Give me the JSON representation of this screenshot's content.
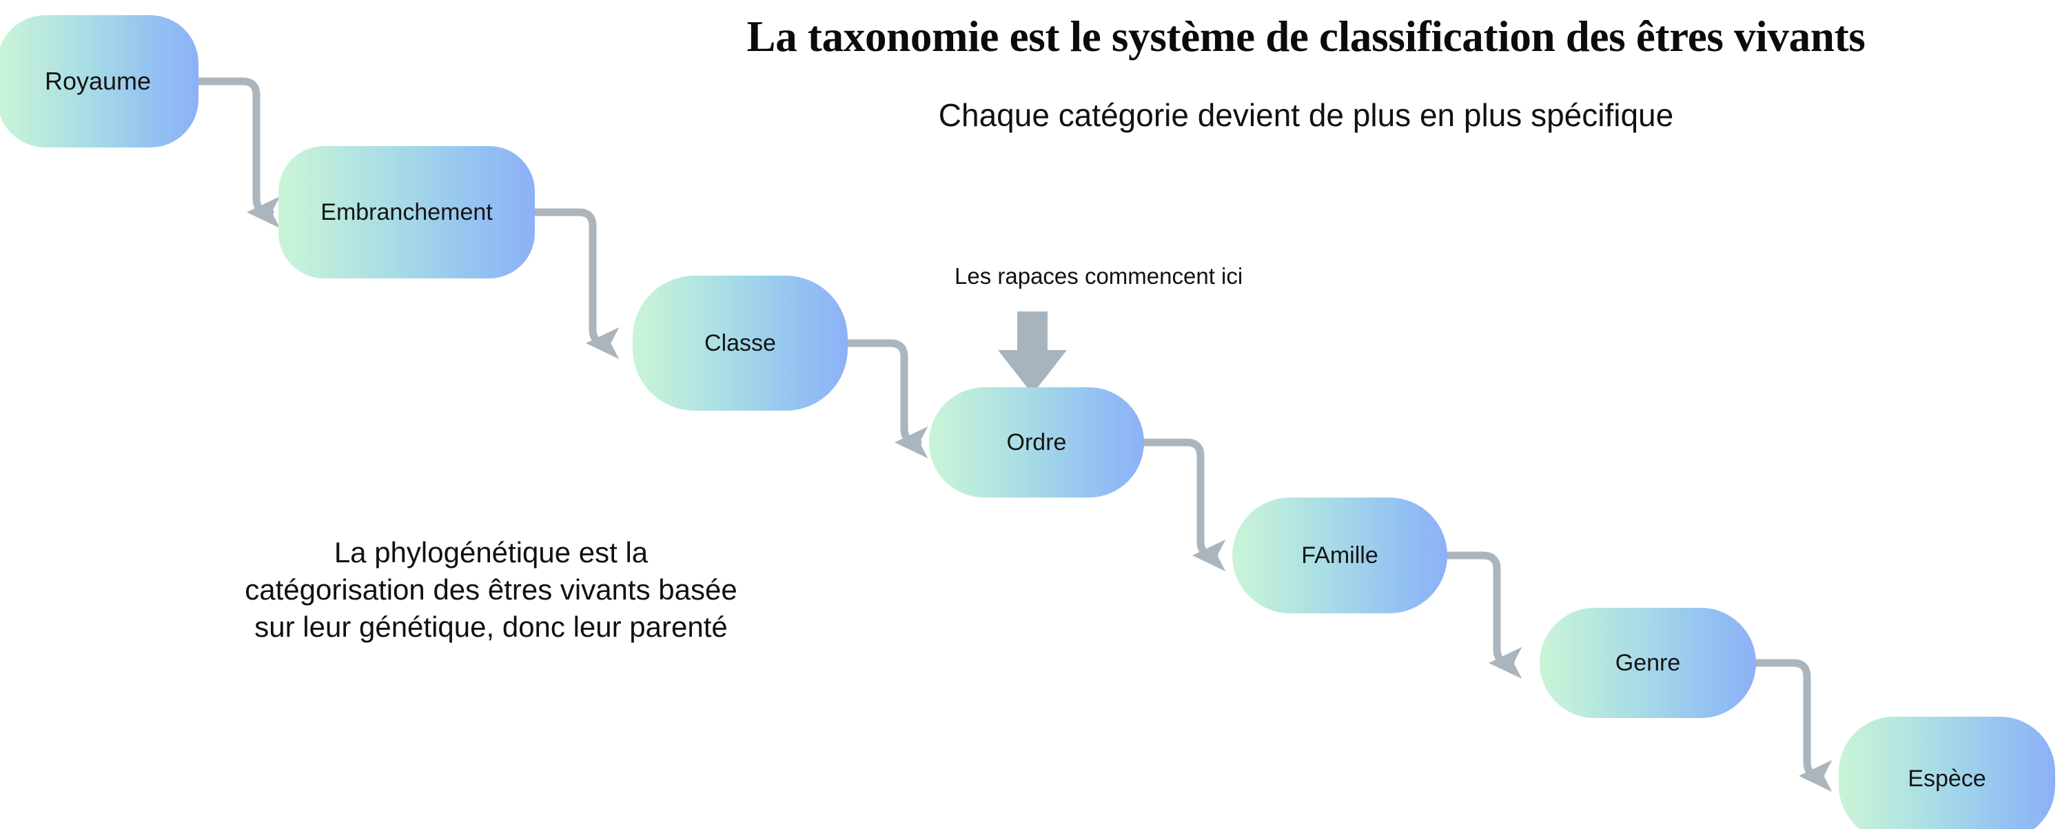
{
  "header": {
    "title": "La taxonomie est le système de classification des êtres vivants",
    "subtitle": "Chaque catégorie devient de plus en plus spécifique"
  },
  "flow": {
    "nodes": [
      {
        "id": "royaume",
        "label": "Royaume"
      },
      {
        "id": "embranchement",
        "label": "Embranchement"
      },
      {
        "id": "classe",
        "label": "Classe"
      },
      {
        "id": "ordre",
        "label": "Ordre"
      },
      {
        "id": "famille",
        "label": "FAmille"
      },
      {
        "id": "genre",
        "label": "Genre"
      },
      {
        "id": "espece",
        "label": "Espèce"
      }
    ]
  },
  "annotations": {
    "rapaces_label": "Les rapaces commencent ici",
    "note": {
      "line1": "La phylogénétique est la",
      "line2": "catégorisation des êtres vivants basée",
      "line3": "sur leur génétique, donc leur parenté"
    }
  },
  "colors": {
    "background": "#ffffff",
    "node_gradient_start": "#c8f5d6",
    "node_gradient_end": "#8db0f7",
    "connector": "#aab5bd",
    "arrow_block": "#a8b4bd",
    "text": "#111111"
  }
}
